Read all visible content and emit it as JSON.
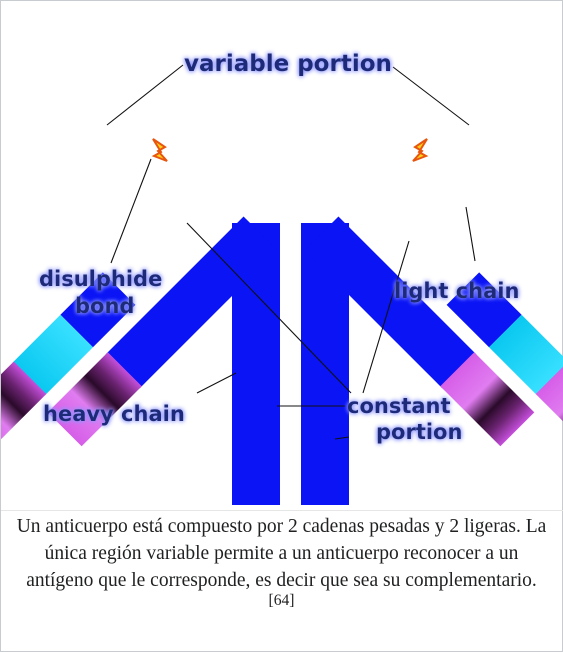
{
  "diagram": {
    "labels": {
      "variable_portion": "variable portion",
      "disulphide_line1": "disulphide",
      "disulphide_line2": "bond",
      "light_chain": "light chain",
      "heavy_chain": "heavy chain",
      "constant_line1": "constant",
      "constant_line2": "portion"
    },
    "colors": {
      "heavy_chain": "#0a14f5",
      "light_constant": "#12cbf1",
      "variable": "#d056e3",
      "label_text": "#1e2a78",
      "label_glow": "#9aa0ff",
      "bond": "#ffd21a"
    }
  },
  "caption": {
    "text": "Un anticuerpo está compuesto por 2 cadenas pesadas y 2 ligeras. La única región variable permite a un anticuerpo reconocer a un antígeno que le corresponde, es decir que sea su complementario.",
    "reference": "[64]"
  }
}
